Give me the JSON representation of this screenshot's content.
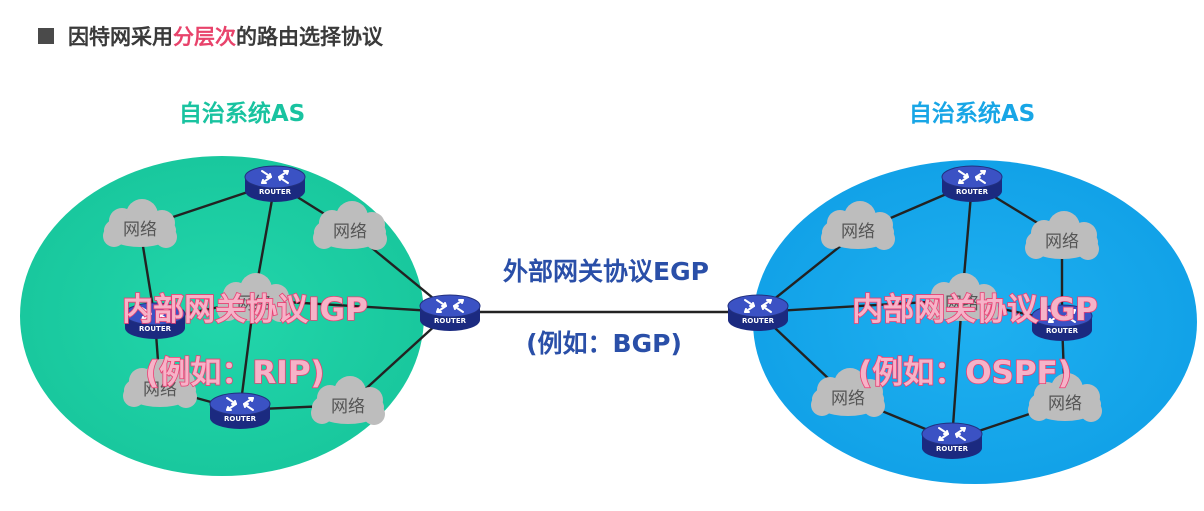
{
  "title": {
    "prefix": "因特网采用",
    "highlight": "分层次",
    "suffix": "的路由选择协议"
  },
  "colors": {
    "left_as_fill": "#1ccca2",
    "right_as_fill": "#14a8ea",
    "left_as_label": "#19c3a0",
    "right_as_label": "#18a6e6",
    "title_highlight": "#e8436b",
    "igp_fill": "#f6b3c8",
    "igp_stroke": "#ea3f73",
    "egp_text": "#2a4fa8",
    "router_body": "#2c3fb0",
    "cloud": "#bdbdbd"
  },
  "left_as": {
    "label": "自治系统AS",
    "igp_line1": "内部网关协议IGP",
    "igp_line2": "(例如：RIP)",
    "clouds": [
      "网络",
      "网络",
      "网络",
      "网络",
      "网络"
    ]
  },
  "right_as": {
    "label": "自治系统AS",
    "igp_line1": "内部网关协议IGP",
    "igp_line2": "(例如：OSPF)",
    "clouds": [
      "网络",
      "网络",
      "网络",
      "网络",
      "网络"
    ]
  },
  "egp": {
    "line1": "外部网关协议EGP",
    "line2": "(例如：BGP)"
  },
  "router_label": "ROUTER"
}
